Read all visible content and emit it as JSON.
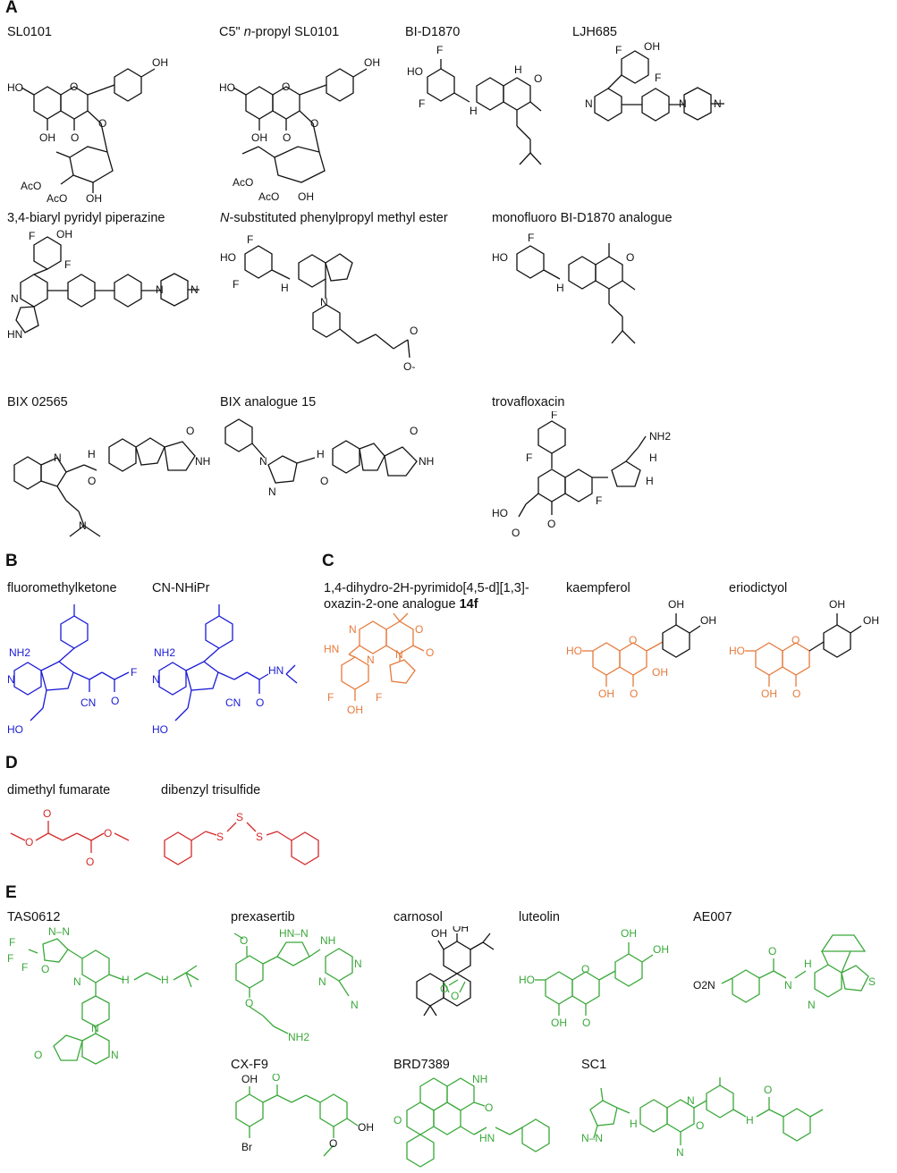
{
  "panels": [
    {
      "letter": "A",
      "color": "#111111"
    },
    {
      "letter": "B",
      "color": "#1a1ad6"
    },
    {
      "letter": "C",
      "color": "#e67a3c"
    },
    {
      "letter": "D",
      "color": "#d42a2a"
    },
    {
      "letter": "E",
      "color": "#3aa83a"
    }
  ],
  "compounds": {
    "sl0101": {
      "name": "SL0101"
    },
    "c5_propyl": {
      "name_a": "C5\" ",
      "name_it": "n",
      "name_b": "-propyl SL0101"
    },
    "bid1870": {
      "name": "BI-D1870"
    },
    "ljh685": {
      "name": "LJH685"
    },
    "biaryl": {
      "name": "3,4-biaryl pyridyl piperazine"
    },
    "nsub": {
      "name_it": "N",
      "name_b": "-substituted phenylpropyl methyl ester"
    },
    "monofluoro": {
      "name": "monofluoro BI-D1870 analogue"
    },
    "bix02565": {
      "name": "BIX 02565"
    },
    "bix15": {
      "name": "BIX analogue 15"
    },
    "trova": {
      "name": "trovafloxacin"
    },
    "fmk": {
      "name": "fluoromethylketone"
    },
    "cnnhipr": {
      "name": "CN-NHiPr"
    },
    "pyrimido": {
      "name_line1": "1,4-dihydro-2H-pyrimido[4,5-d][1,3]-",
      "name_line2a": "oxazin-2-one analogue ",
      "name_line2b": "14f"
    },
    "kaempferol": {
      "name": "kaempferol"
    },
    "eriodictyol": {
      "name": "eriodictyol"
    },
    "dmf": {
      "name": "dimethyl fumarate"
    },
    "dbts": {
      "name": "dibenzyl trisulfide"
    },
    "tas0612": {
      "name": "TAS0612"
    },
    "prexasertib": {
      "name": "prexasertib"
    },
    "carnosol": {
      "name": "carnosol"
    },
    "luteolin": {
      "name": "luteolin"
    },
    "ae007": {
      "name": "AE007"
    },
    "cxf9": {
      "name": "CX-F9"
    },
    "brd7389": {
      "name": "BRD7389"
    },
    "sc1": {
      "name": "SC1"
    }
  },
  "atoms": {
    "oh": "OH",
    "ho": "HO",
    "o": "O",
    "aco": "AcO",
    "f": "F",
    "n": "N",
    "nh": "NH",
    "hn": "HN",
    "h": "H",
    "nh2": "NH2",
    "o_minus": "O-",
    "cn": "CN",
    "s": "S",
    "br": "Br",
    "o2n": "O2N",
    "hnn": "HN–N",
    "n_n": "N–N"
  }
}
